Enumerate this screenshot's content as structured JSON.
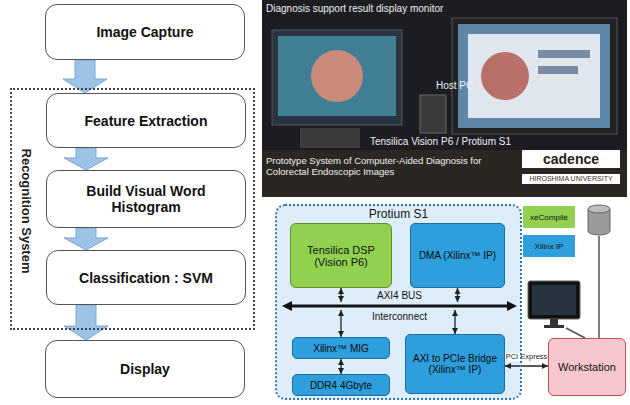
{
  "diagram": {
    "nodes": [
      {
        "text": [
          "Image Capture"
        ]
      },
      {
        "text": [
          "Recognition System"
        ]
      },
      {
        "text": [
          "Feature Extraction"
        ],
        "in": 1
      },
      {
        "text": [
          "Build Visual Word Histogram"
        ],
        "in": 1
      },
      {
        "text": [
          "Classification : SVM"
        ],
        "in": 1
      },
      {
        "text": [
          "Display"
        ]
      },
      {
        "text": [
          "Protium S1"
        ]
      },
      {
        "text": [
          "Tensilica DSP (Vision P6)"
        ],
        "in": 6
      },
      {
        "text": [
          "DMA (Xilinx™ IP)"
        ],
        "in": 6
      },
      {
        "text": [
          "AXI4 BUS",
          "Interconnect"
        ],
        "in": 6
      },
      {
        "text": [
          "Xilinx™ MIG"
        ],
        "in": 6
      },
      {
        "text": [
          "AXI to PCIe Bridge (Xilinx™ IP)"
        ],
        "in": 6
      },
      {
        "text": [
          "DDR4 4Gbyte"
        ],
        "in": 6
      },
      {
        "text": [
          "Workstation"
        ]
      }
    ],
    "edges": [
      {
        "from": 0,
        "to": 2,
        "arrow": "to"
      },
      {
        "from": 2,
        "to": 3,
        "arrow": "to"
      },
      {
        "from": 3,
        "to": 4,
        "arrow": "to"
      },
      {
        "from": 4,
        "to": 5,
        "arrow": "to"
      },
      {
        "from": 7,
        "to": 9,
        "arrow": "both"
      },
      {
        "from": 8,
        "to": 9,
        "arrow": "both"
      },
      {
        "from": 9,
        "to": 10,
        "arrow": "both"
      },
      {
        "from": 9,
        "to": 11,
        "arrow": "both"
      },
      {
        "from": 10,
        "to": 12,
        "arrow": "both"
      },
      {
        "from": 11,
        "to": 13,
        "arrow": "both",
        "label": "PCI Express"
      }
    ],
    "labels": [
      "Diagnosis support result display monitor",
      "Host PC",
      "Tensilica Vision P6 / Protium S1",
      "Prototype System of Computer-Aided Diagnosis for Colorectal Endoscopic Images",
      "cadence",
      "HIROSHIMA UNIVERSITY"
    ],
    "legend": [
      {
        "text": "xeCompile",
        "color": "#92d050"
      },
      {
        "text": "Xilinx IP",
        "color": "#2e9fdc"
      }
    ]
  }
}
